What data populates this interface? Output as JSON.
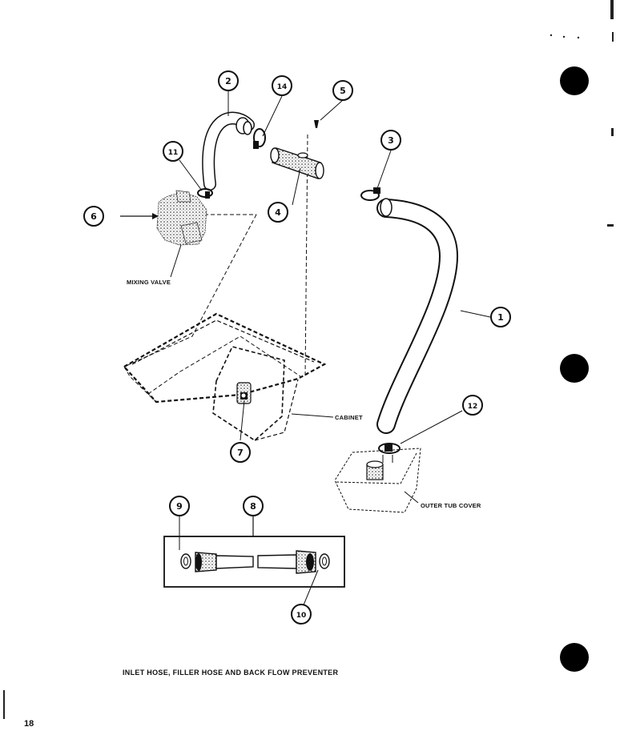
{
  "diagram": {
    "caption": "INLET HOSE, FILLER HOSE AND BACK FLOW PREVENTER",
    "page_number": "18",
    "labels": {
      "mixing_valve": "MIXING VALVE",
      "cabinet": "CABINET",
      "outer_tub_cover": "OUTER TUB COVER"
    },
    "callouts": [
      "1",
      "2",
      "3",
      "4",
      "5",
      "6",
      "7",
      "8",
      "9",
      "10",
      "11",
      "12",
      "14"
    ]
  }
}
